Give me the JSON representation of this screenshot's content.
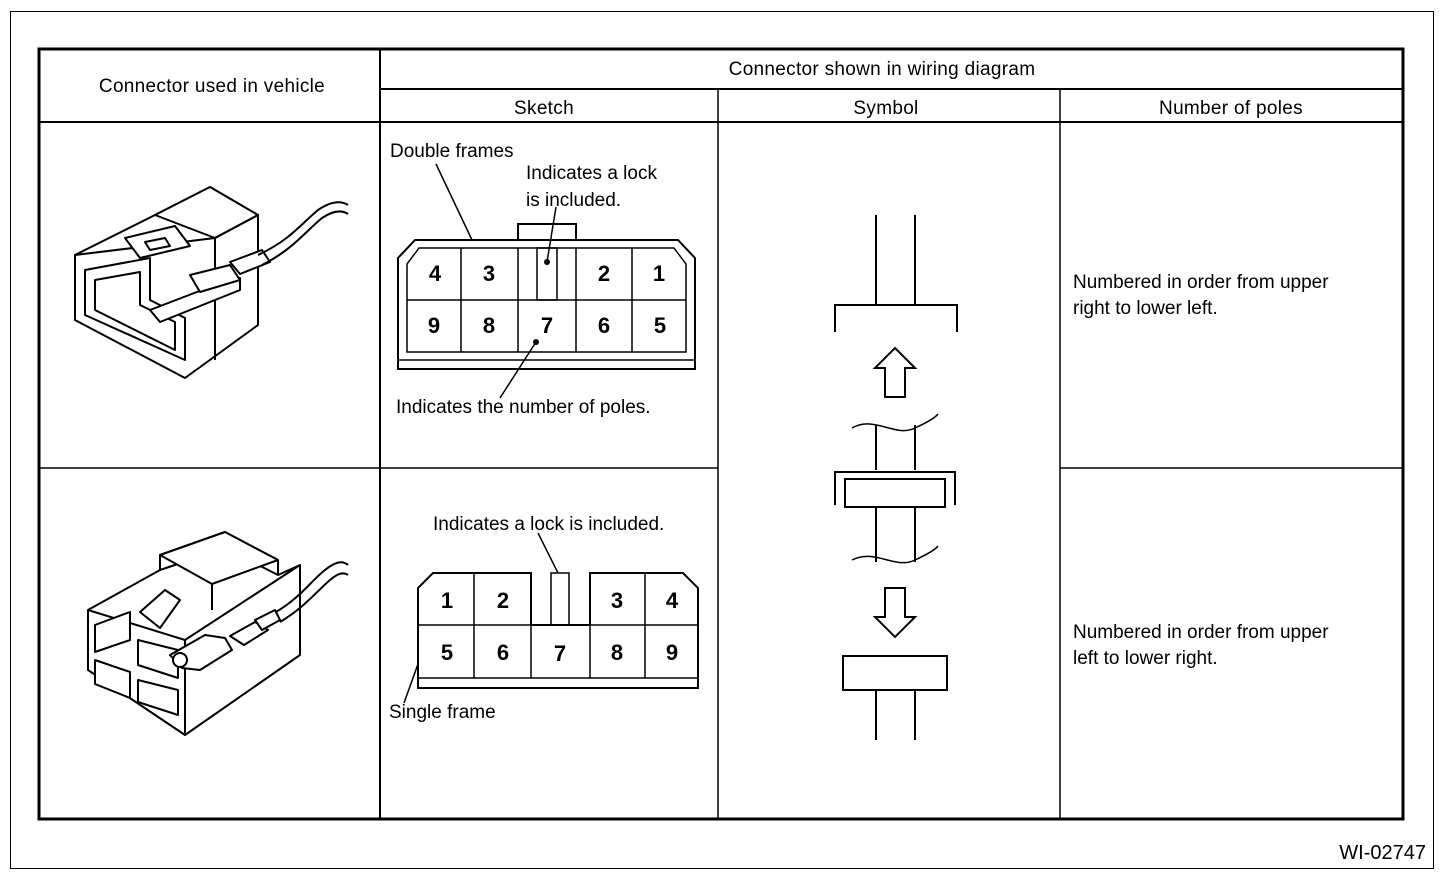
{
  "headers": {
    "vehicle": "Connector used in vehicle",
    "wiring": "Connector shown in wiring diagram",
    "sketch": "Sketch",
    "symbol": "Symbol",
    "poles": "Number of poles"
  },
  "row1": {
    "label_frames": "Double frames",
    "label_lock_1": "Indicates a lock",
    "label_lock_2": "is included.",
    "label_poles": "Indicates the number of poles.",
    "pins_top": [
      "4",
      "3",
      "2",
      "1"
    ],
    "pins_bottom": [
      "9",
      "8",
      "7",
      "6",
      "5"
    ],
    "desc_1": "Numbered in order from upper",
    "desc_2": "right to lower left."
  },
  "row2": {
    "label_lock": "Indicates a lock is included.",
    "label_frame": "Single frame",
    "pins_top": [
      "1",
      "2",
      "3",
      "4"
    ],
    "pins_bottom": [
      "5",
      "6",
      "7",
      "8",
      "9"
    ],
    "desc_1": "Numbered in order from upper",
    "desc_2": "left to lower right."
  },
  "figure_code": "WI-02747"
}
